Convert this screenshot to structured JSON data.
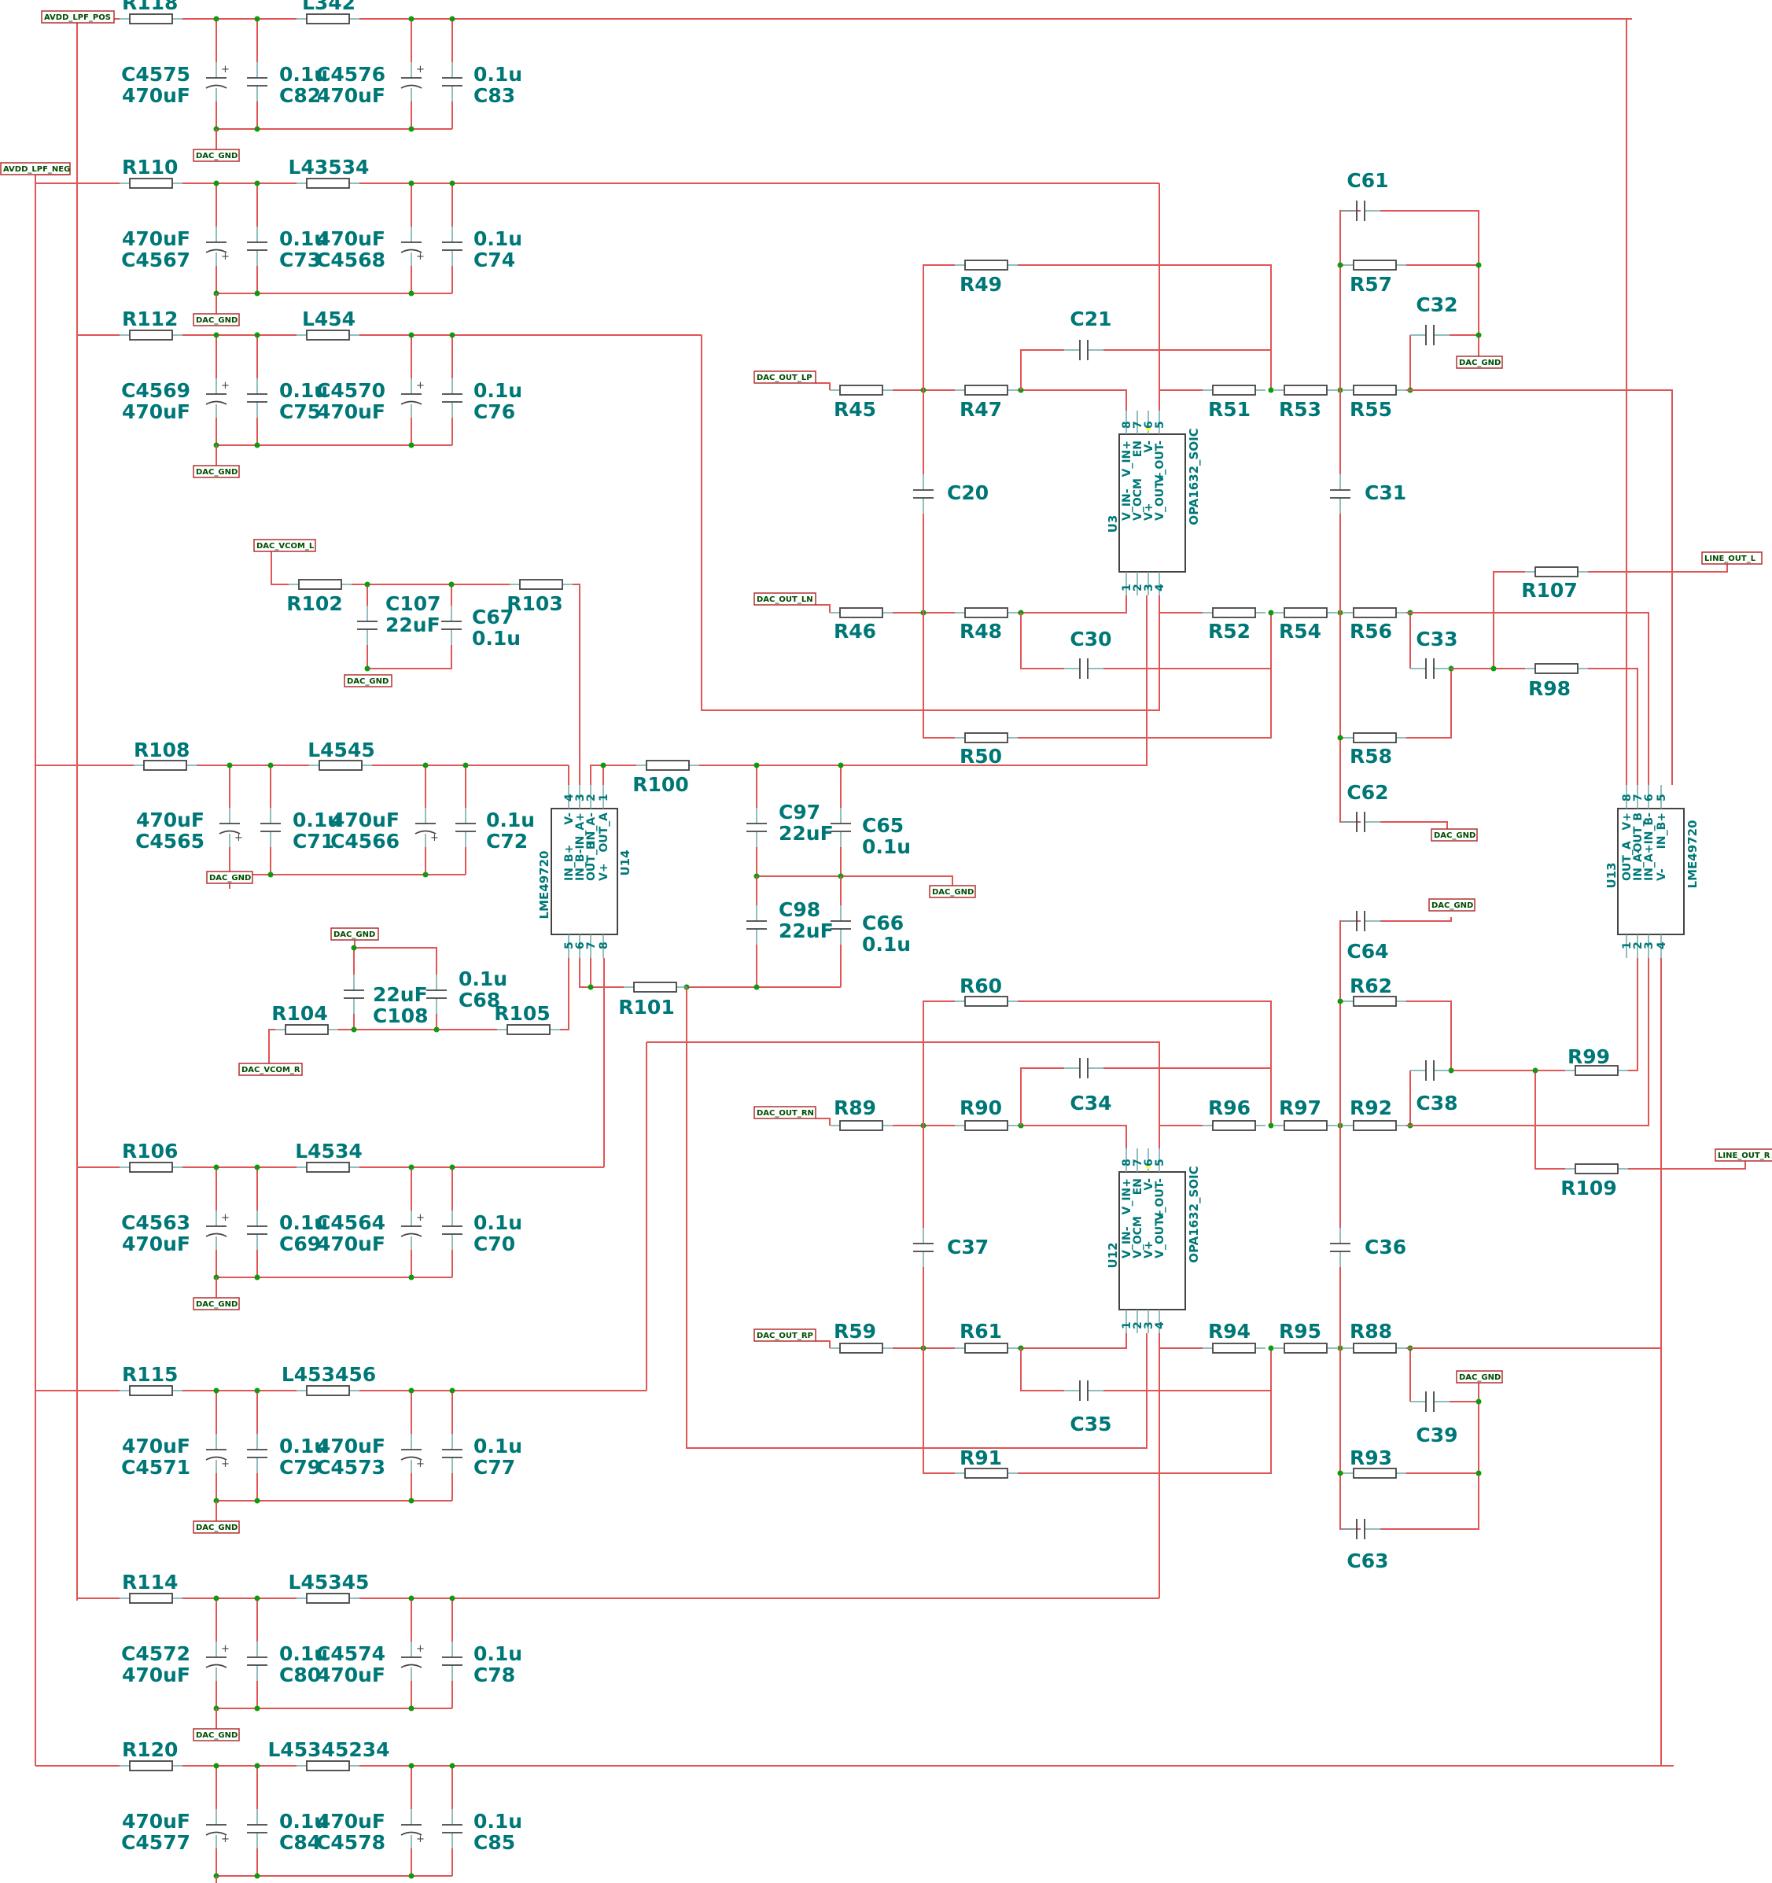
{
  "components": {
    "supply1": {
      "r": "R118",
      "l": "L342",
      "ca": "C4575",
      "cav": "470uF",
      "cb": "C82",
      "cbv": "0.1u",
      "cc": "C4576",
      "ccv": "470uF",
      "cd": "C83",
      "cdv": "0.1u"
    },
    "supply2": {
      "r": "R110",
      "l": "L43534",
      "ca": "C4567",
      "cav": "470uF",
      "cb": "C73",
      "cbv": "0.1u",
      "cc": "C4568",
      "ccv": "470uF",
      "cd": "C74",
      "cdv": "0.1u"
    },
    "supply3": {
      "r": "R112",
      "l": "L454",
      "ca": "C4569",
      "cav": "470uF",
      "cb": "C75",
      "cbv": "0.1u",
      "cc": "C4570",
      "ccv": "470uF",
      "cd": "C76",
      "cdv": "0.1u"
    },
    "supply4": {
      "r": "R108",
      "l": "L4545",
      "ca": "C4565",
      "cav": "470uF",
      "cb": "C71",
      "cbv": "0.1u",
      "cc": "C4566",
      "ccv": "470uF",
      "cd": "C72",
      "cdv": "0.1u"
    },
    "supply5": {
      "r": "R106",
      "l": "L4534",
      "ca": "C4563",
      "cav": "470uF",
      "cb": "C69",
      "cbv": "0.1u",
      "cc": "C4564",
      "ccv": "470uF",
      "cd": "C70",
      "cdv": "0.1u"
    },
    "supply6": {
      "r": "R115",
      "l": "L453456",
      "ca": "C4571",
      "cav": "470uF",
      "cb": "C79",
      "cbv": "0.1u",
      "cc": "C4573",
      "ccv": "470uF",
      "cd": "C77",
      "cdv": "0.1u"
    },
    "supply7": {
      "r": "R114",
      "l": "L45345",
      "ca": "C4572",
      "cav": "470uF",
      "cb": "C80",
      "cbv": "0.1u",
      "cc": "C4574",
      "ccv": "470uF",
      "cd": "C78",
      "cdv": "0.1u"
    },
    "supply8": {
      "r": "R120",
      "l": "L45345234",
      "ca": "C4577",
      "cav": "470uF",
      "cb": "C84",
      "cbv": "0.1u",
      "cc": "C4578",
      "ccv": "470uF",
      "cd": "C85",
      "cdv": "0.1u"
    },
    "vcm": {
      "r102": "R102",
      "r103": "R103",
      "c107": "C107",
      "c107v": "22uF",
      "c67": "C67",
      "c67v": "0.1u",
      "r104": "R104",
      "r105": "R105",
      "c108": "C108",
      "c108v": "22uF",
      "c68": "C68",
      "c68v": "0.1u",
      "r100": "R100",
      "r101": "R101",
      "c97": "C97",
      "c97v": "22uF",
      "c65": "C65",
      "c65v": "0.1u",
      "c98": "C98",
      "c98v": "22uF",
      "c66": "C66",
      "c66v": "0.1u"
    },
    "u3_net": {
      "r45": "R45",
      "r46": "R46",
      "r47": "R47",
      "r48": "R48",
      "r49": "R49",
      "r50": "R50",
      "r51": "R51",
      "r52": "R52",
      "r53": "R53",
      "r54": "R54",
      "r55": "R55",
      "r56": "R56",
      "r57": "R57",
      "r58": "R58",
      "c20": "C20",
      "c21": "C21",
      "c30": "C30",
      "c31": "C31",
      "c32": "C32",
      "c33": "C33",
      "c61": "C61",
      "c62": "C62"
    },
    "u12_net": {
      "r59": "R59",
      "r60": "R60",
      "r61": "R61",
      "r62": "R62",
      "r88": "R88",
      "r89": "R89",
      "r90": "R90",
      "r91": "R91",
      "r92": "R92",
      "r93": "R93",
      "r94": "R94",
      "r95": "R95",
      "r96": "R96",
      "r97": "R97",
      "c34": "C34",
      "c35": "C35",
      "c36": "C36",
      "c37": "C37",
      "c38": "C38",
      "c39": "C39",
      "c63": "C63",
      "c64": "C64"
    },
    "out_net": {
      "r98": "R98",
      "r99": "R99",
      "r107": "R107",
      "r109": "R109"
    }
  },
  "chips": {
    "u3": {
      "ref": "U3",
      "part": "OPA1632_SOIC",
      "top_pins": [
        "8",
        "7",
        "6",
        "5"
      ],
      "bottom_pins": [
        "1",
        "2",
        "3",
        "4"
      ],
      "top_names": [
        "V_IN+",
        "EN",
        "V-",
        "V_OUT-"
      ],
      "bottom_names": [
        "V_IN-",
        "V_OCM",
        "V+",
        "V_OUT+"
      ]
    },
    "u12": {
      "ref": "U12",
      "part": "OPA1632_SOIC",
      "top_pins": [
        "8",
        "7",
        "6",
        "5"
      ],
      "bottom_pins": [
        "1",
        "2",
        "3",
        "4"
      ],
      "top_names": [
        "V_IN+",
        "EN",
        "V-",
        "V_OUT-"
      ],
      "bottom_names": [
        "V_IN-",
        "V_OCM",
        "V+",
        "V_OUT+"
      ]
    },
    "u14": {
      "ref": "U14",
      "part": "LME49720",
      "top_pins": [
        "4",
        "3",
        "2",
        "1"
      ],
      "bottom_pins": [
        "5",
        "6",
        "7",
        "8"
      ],
      "top_names": [
        "V-",
        "IN_A+",
        "IN_A-",
        "OUT_A"
      ],
      "bottom_names": [
        "IN_B+",
        "IN_B-",
        "OUT_B",
        "V+"
      ]
    },
    "u13": {
      "ref": "U13",
      "part": "LME49720",
      "top_pins": [
        "8",
        "7",
        "6",
        "5"
      ],
      "bottom_pins": [
        "1",
        "2",
        "3",
        "4"
      ],
      "top_names": [
        "V+",
        "OUT_B",
        "IN_B-",
        "IN_B+"
      ],
      "bottom_names": [
        "OUT_A",
        "IN_A-",
        "IN_A+",
        "V-"
      ]
    }
  },
  "nets": {
    "avdd_pos": "AVDD_LPF_POS",
    "avdd_neg": "AVDD_LPF_NEG",
    "gnd": "DAC_GND",
    "vcom_l": "DAC_VCOM_L",
    "vcom_r": "DAC_VCOM_R",
    "out_lp": "DAC_OUT_LP",
    "out_ln": "DAC_OUT_LN",
    "out_rn": "DAC_OUT_RN",
    "out_rp": "DAC_OUT_RP",
    "line_l": "LINE_OUT_L",
    "line_r": "LINE_OUT_R"
  },
  "colors": {
    "wire": "#e05555",
    "label": "#007777",
    "component": "#444444",
    "junction": "#119911",
    "net_label": "#004d00"
  }
}
